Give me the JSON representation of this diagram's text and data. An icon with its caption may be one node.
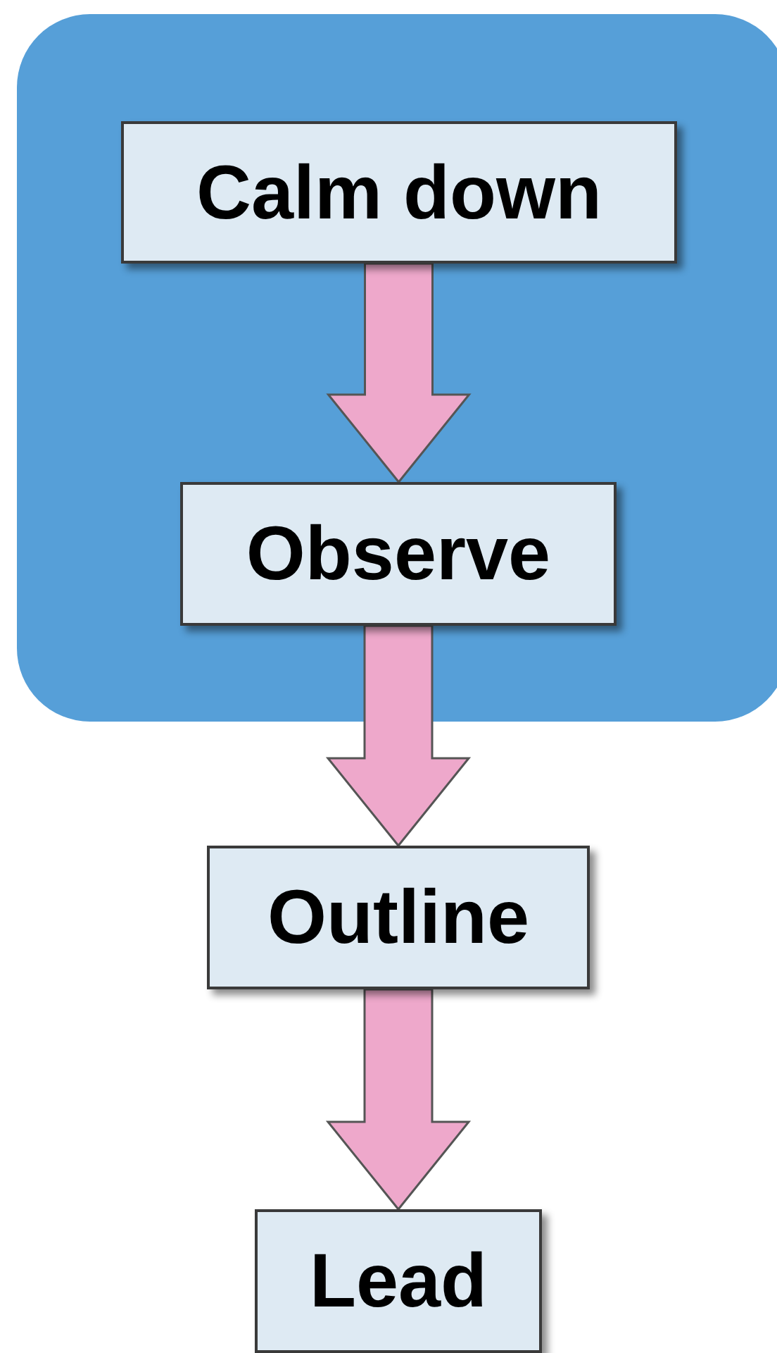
{
  "diagram": {
    "nodes": [
      {
        "text": [],
        "shape": "box"
      },
      {
        "text": [
          "Calm down"
        ],
        "in": 0
      },
      {
        "text": [
          "Observe"
        ],
        "in": 0
      },
      {
        "text": [
          "Outline"
        ]
      },
      {
        "text": [
          "Lead"
        ]
      }
    ],
    "edges": [
      {
        "from": 1,
        "to": 2,
        "arrow": "to"
      },
      {
        "from": 2,
        "to": 3,
        "arrow": "to"
      },
      {
        "from": 3,
        "to": 4,
        "arrow": "to"
      }
    ]
  }
}
